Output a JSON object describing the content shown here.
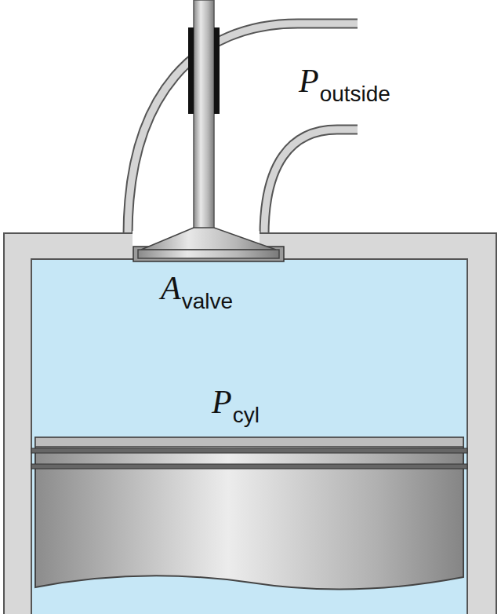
{
  "diagram": {
    "labels": [
      "P",
      "outside",
      "A",
      "valve",
      "P",
      "cyl"
    ]
  }
}
